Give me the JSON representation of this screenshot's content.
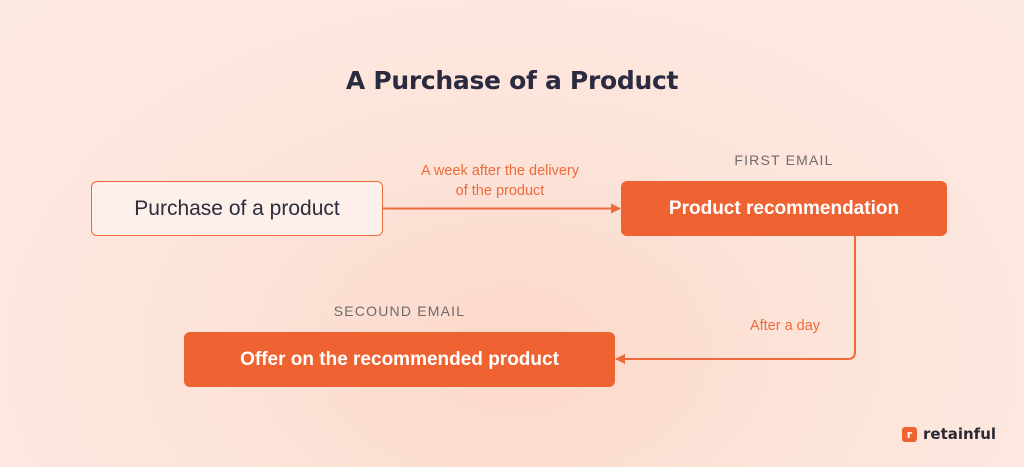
{
  "title": "A Purchase of a Product",
  "nodes": {
    "start": {
      "label": "Purchase of a product"
    },
    "first_email": {
      "caption": "FIRST EMAIL",
      "label": "Product recommendation"
    },
    "second_email": {
      "caption": "SECOUND EMAIL",
      "label": "Offer on the recommended product"
    }
  },
  "edges": {
    "start_to_first": {
      "label_line1": "A week after the delivery",
      "label_line2": "of the product"
    },
    "first_to_second": {
      "label": "After a day"
    }
  },
  "brand": {
    "logo_letter": "r",
    "name": "retainful"
  },
  "colors": {
    "accent": "#ef6232",
    "text_dark": "#2a2a40",
    "caption": "#6f6a68"
  }
}
